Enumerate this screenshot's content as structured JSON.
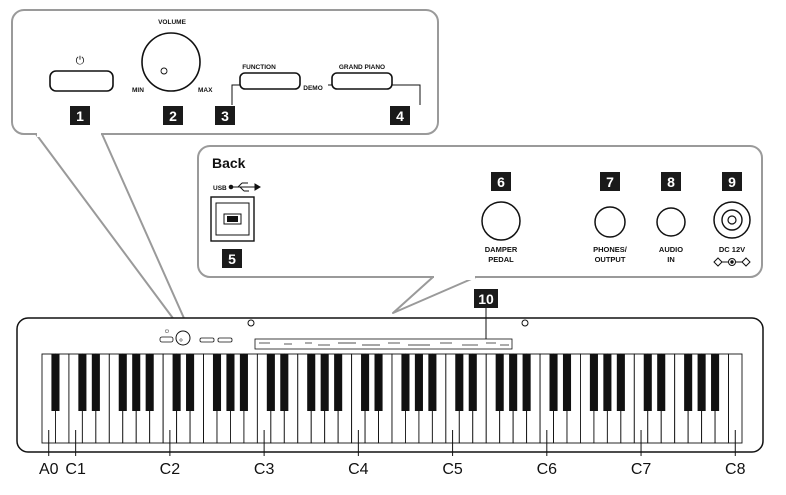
{
  "top_panel": {
    "power_symbol": "⏻",
    "volume_label": "VOLUME",
    "min_label": "MIN",
    "max_label": "MAX",
    "function_label": "FUNCTION",
    "demo_label": "DEMO",
    "grand_piano_label": "GRAND PIANO"
  },
  "back_panel": {
    "title": "Back",
    "usb_label": "USB",
    "damper_pedal_label": [
      "DAMPER",
      "PEDAL"
    ],
    "phones_output_label": [
      "PHONES/",
      "OUTPUT"
    ],
    "audio_in_label": [
      "AUDIO",
      "IN"
    ],
    "dc_label": "DC 12V"
  },
  "badges": [
    "1",
    "2",
    "3",
    "4",
    "5",
    "6",
    "7",
    "8",
    "9",
    "10"
  ],
  "note_labels": [
    {
      "text": "A0",
      "white_key_index": 0
    },
    {
      "text": "C1",
      "white_key_index": 2
    },
    {
      "text": "C2",
      "white_key_index": 9
    },
    {
      "text": "C3",
      "white_key_index": 16
    },
    {
      "text": "C4",
      "white_key_index": 23
    },
    {
      "text": "C5",
      "white_key_index": 30
    },
    {
      "text": "C6",
      "white_key_index": 37
    },
    {
      "text": "C7",
      "white_key_index": 44
    },
    {
      "text": "C8",
      "white_key_index": 51
    }
  ],
  "keyboard": {
    "white_keys": 52,
    "lowest_note": "A0",
    "highest_note": "C8"
  },
  "colors": {
    "panel_border": "#9a9a9a",
    "badge": "#1a1a1a",
    "key_black": "#111111",
    "key_white": "#ffffff"
  }
}
